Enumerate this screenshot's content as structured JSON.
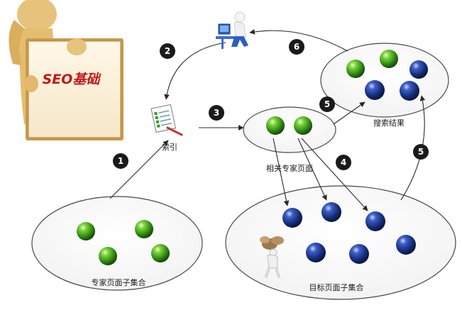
{
  "badge": {
    "text": "SEO基础"
  },
  "labels": {
    "index": "索引",
    "related_pages": "相关专家页面",
    "search_results": "搜索结果",
    "expert_subset": "专家页面子集合",
    "target_subset": "目标页面子集合"
  },
  "steps": [
    "1",
    "2",
    "3",
    "4",
    "5",
    "5",
    "6"
  ],
  "colors": {
    "green": "#3a9a1a",
    "blue": "#1a3a8a",
    "arrow": "#2a2a2a",
    "step_bg": "#1a1a1a"
  },
  "icons": [
    "user-at-computer-icon",
    "index-checklist-icon",
    "person-carrying-stones-icon",
    "mascot-holding-sign-icon"
  ]
}
